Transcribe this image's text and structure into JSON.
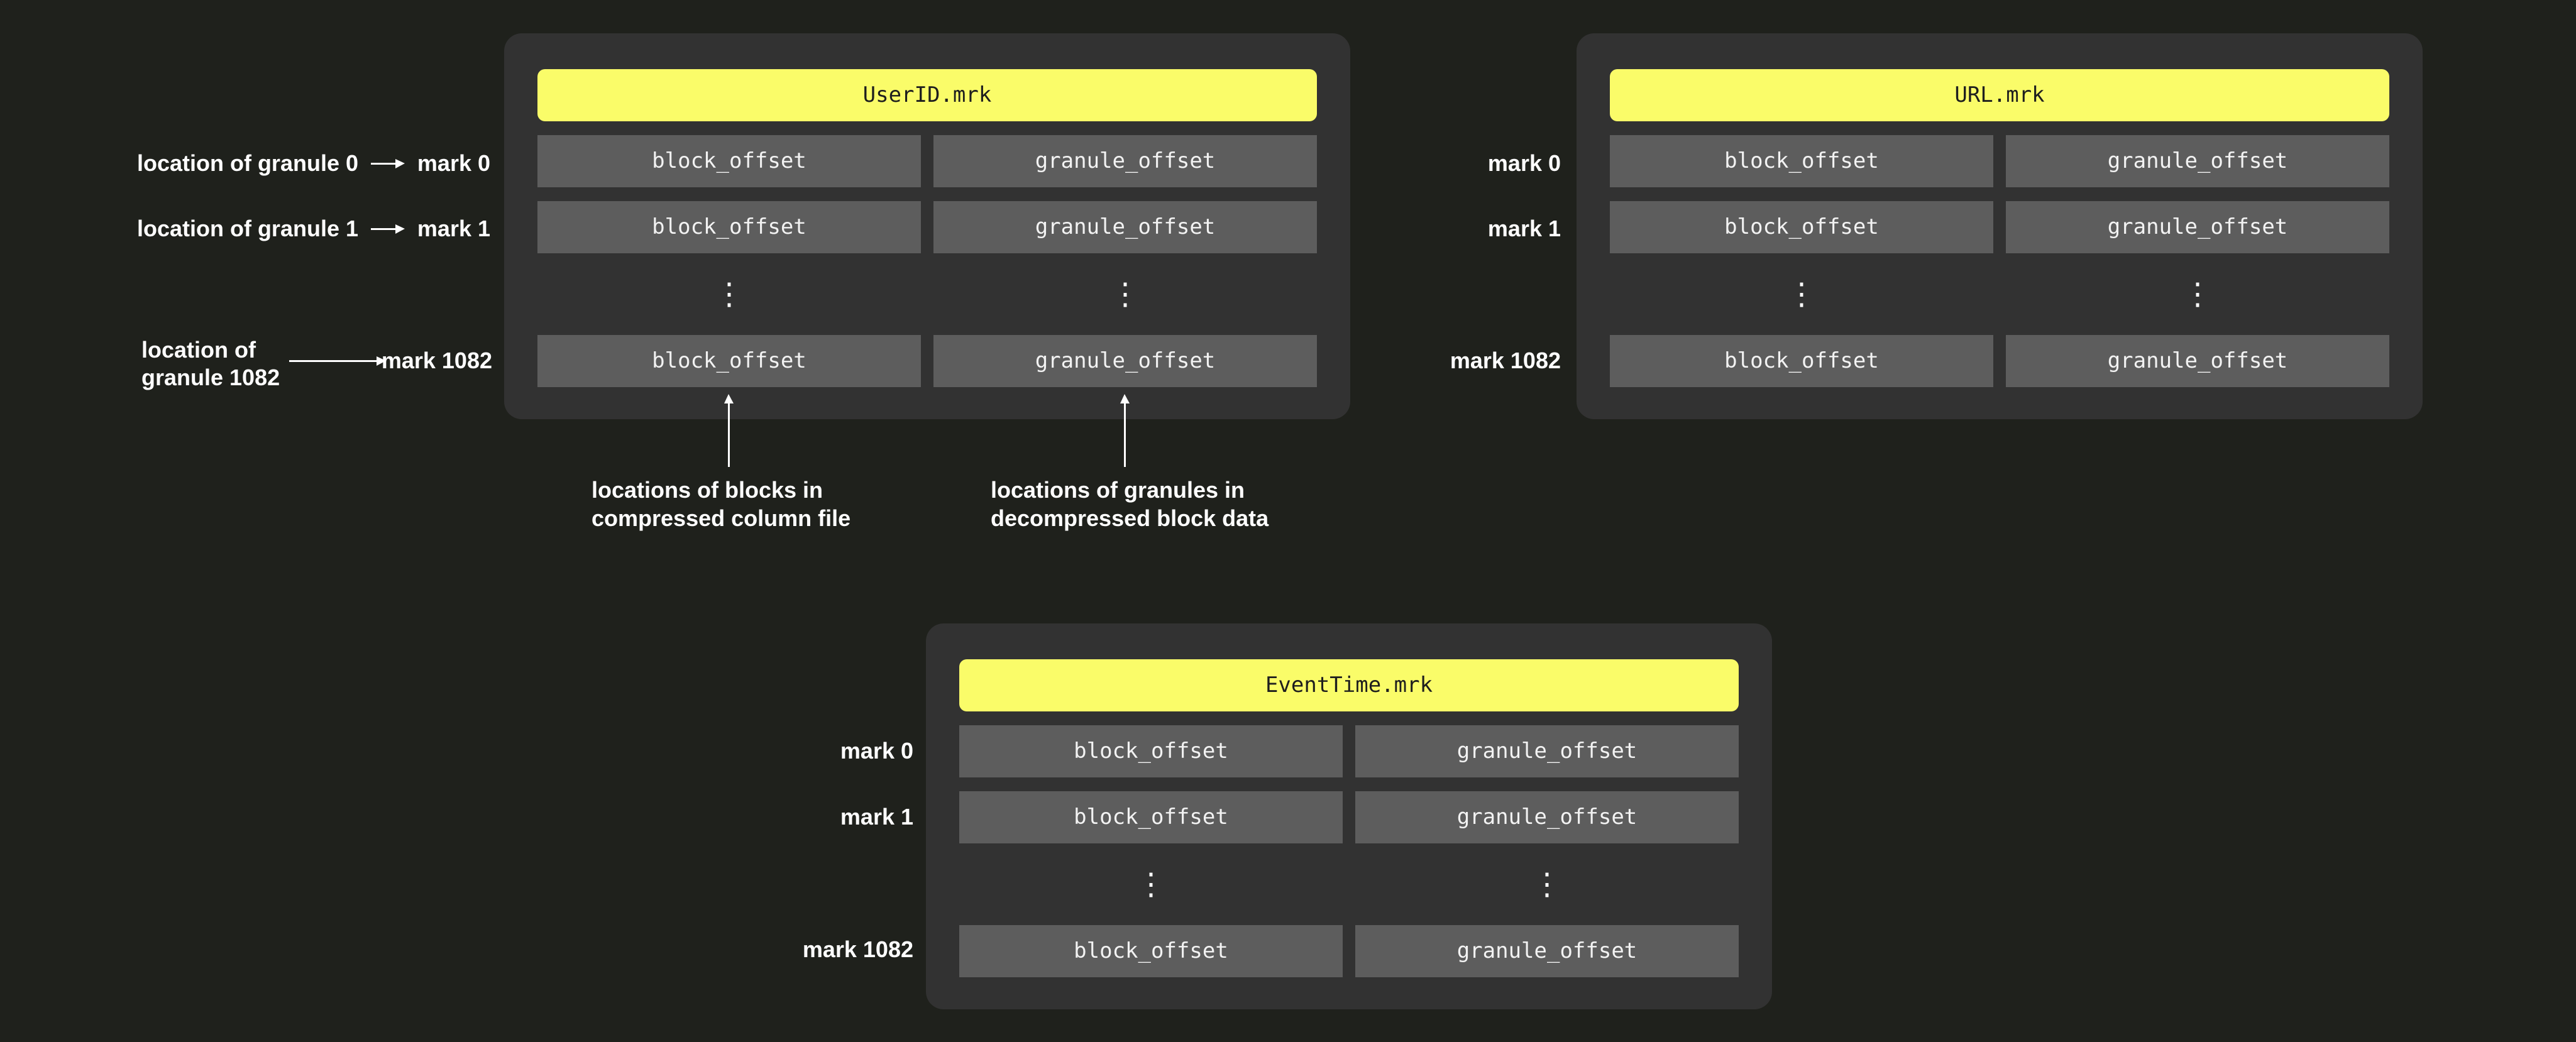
{
  "colors": {
    "background": "#1f211c",
    "panel": "#323232",
    "cell": "#5d5d5d",
    "highlight": "#fafc69",
    "text_light": "#f2f2f2",
    "text_dark": "#1e1e1e",
    "label": "#ffffff"
  },
  "panels": [
    {
      "title": "UserID.mrk"
    },
    {
      "title": "URL.mrk"
    },
    {
      "title": "EventTime.mrk"
    }
  ],
  "cells": {
    "block": "block_offset",
    "granule": "granule_offset"
  },
  "glyphs": {
    "ellipsis": "⋮"
  },
  "marks": {
    "m0": "mark 0",
    "m1": "mark 1",
    "m1082": "mark 1082"
  },
  "left_callouts": [
    {
      "label": "location of granule 0",
      "mark": "mark 0"
    },
    {
      "label": "location of granule 1",
      "mark": "mark 1"
    },
    {
      "label_line1": "location of",
      "label_line2": "granule 1082",
      "mark": "mark 1082"
    }
  ],
  "bottom_callouts": [
    {
      "line1": "locations of blocks in",
      "line2": "compressed column file"
    },
    {
      "line1": "locations of granules in",
      "line2": "decompressed block data"
    }
  ]
}
